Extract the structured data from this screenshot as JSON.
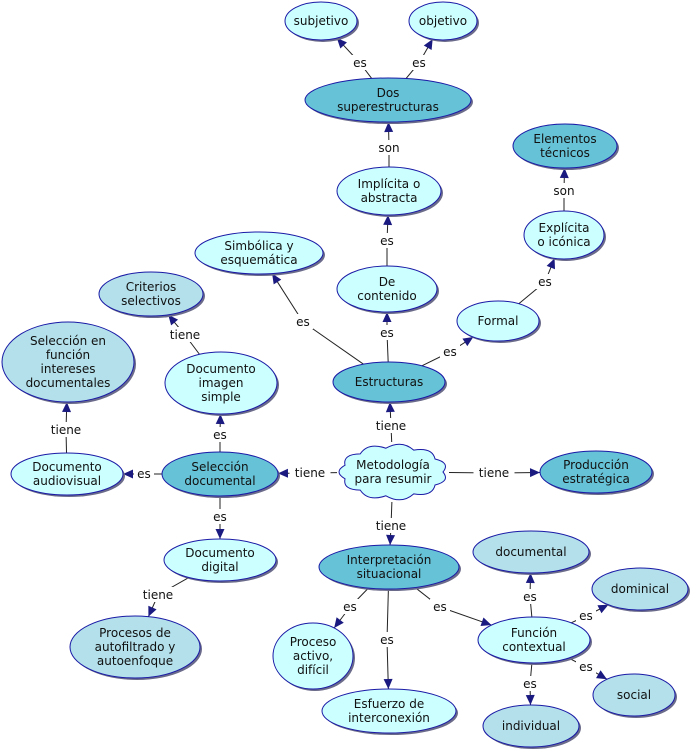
{
  "nodes": [
    {
      "id": "subjetivo",
      "lines": [
        "subjetivo"
      ],
      "style": "light"
    },
    {
      "id": "objetivo",
      "lines": [
        "objetivo"
      ],
      "style": "light"
    },
    {
      "id": "dos",
      "lines": [
        "Dos",
        "superestructuras"
      ],
      "style": "dark"
    },
    {
      "id": "implicita",
      "lines": [
        "Implícita o",
        "abstracta"
      ],
      "style": "light"
    },
    {
      "id": "elementos",
      "lines": [
        "Elementos",
        "técnicos"
      ],
      "style": "dark"
    },
    {
      "id": "explicita",
      "lines": [
        "Explícita",
        "o icónica"
      ],
      "style": "light"
    },
    {
      "id": "simbolica",
      "lines": [
        "Simbólica y",
        "esquemática"
      ],
      "style": "light"
    },
    {
      "id": "criterios",
      "lines": [
        "Criterios",
        "selectivos"
      ],
      "style": "pale"
    },
    {
      "id": "contenido",
      "lines": [
        "De",
        "contenido"
      ],
      "style": "light"
    },
    {
      "id": "formal",
      "lines": [
        "Formal"
      ],
      "style": "light"
    },
    {
      "id": "seleccion_funcion",
      "lines": [
        "Selección en",
        "función",
        "intereses",
        "documentales"
      ],
      "style": "pale"
    },
    {
      "id": "doc_imagen",
      "lines": [
        "Documento",
        "imagen",
        "simple"
      ],
      "style": "light"
    },
    {
      "id": "estructuras",
      "lines": [
        "Estructuras"
      ],
      "style": "dark"
    },
    {
      "id": "metodologia",
      "lines": [
        "Metodología",
        "para resumir"
      ],
      "style": "cloud"
    },
    {
      "id": "doc_audio",
      "lines": [
        "Documento",
        "audiovisual"
      ],
      "style": "light"
    },
    {
      "id": "seleccion_doc",
      "lines": [
        "Selección",
        "documental"
      ],
      "style": "dark"
    },
    {
      "id": "produccion",
      "lines": [
        "Producción",
        "estratégica"
      ],
      "style": "dark-blue"
    },
    {
      "id": "doc_digital",
      "lines": [
        "Documento",
        "digital"
      ],
      "style": "light"
    },
    {
      "id": "interpretacion",
      "lines": [
        "Interpretación",
        "situacional"
      ],
      "style": "dark"
    },
    {
      "id": "documental",
      "lines": [
        "documental"
      ],
      "style": "pale"
    },
    {
      "id": "dominical",
      "lines": [
        "dominical"
      ],
      "style": "pale"
    },
    {
      "id": "procesos",
      "lines": [
        "Procesos de",
        "autofiltrado y",
        "autoenfoque"
      ],
      "style": "pale"
    },
    {
      "id": "proceso_activo",
      "lines": [
        "Proceso",
        "activo,",
        "difícil"
      ],
      "style": "light"
    },
    {
      "id": "funcion",
      "lines": [
        "Función",
        "contextual"
      ],
      "style": "light"
    },
    {
      "id": "social",
      "lines": [
        "social"
      ],
      "style": "pale"
    },
    {
      "id": "esfuerzo",
      "lines": [
        "Esfuerzo de",
        "interconexión"
      ],
      "style": "light"
    },
    {
      "id": "individual",
      "lines": [
        "individual"
      ],
      "style": "pale"
    }
  ],
  "links": [
    {
      "from": "dos",
      "to": "subjetivo",
      "label": "es"
    },
    {
      "from": "dos",
      "to": "objetivo",
      "label": "es"
    },
    {
      "from": "implicita",
      "to": "dos",
      "label": "son"
    },
    {
      "from": "contenido",
      "to": "implicita",
      "label": "es"
    },
    {
      "from": "estructuras",
      "to": "contenido",
      "label": "es"
    },
    {
      "from": "estructuras",
      "to": "simbolica",
      "label": "es"
    },
    {
      "from": "estructuras",
      "to": "formal",
      "label": "es"
    },
    {
      "from": "formal",
      "to": "explicita",
      "label": "es"
    },
    {
      "from": "explicita",
      "to": "elementos",
      "label": "son"
    },
    {
      "from": "metodologia",
      "to": "estructuras",
      "label": "tiene"
    },
    {
      "from": "metodologia",
      "to": "seleccion_doc",
      "label": "tiene"
    },
    {
      "from": "metodologia",
      "to": "produccion",
      "label": "tiene"
    },
    {
      "from": "metodologia",
      "to": "interpretacion",
      "label": "tiene"
    },
    {
      "from": "seleccion_doc",
      "to": "doc_imagen",
      "label": "es"
    },
    {
      "from": "doc_imagen",
      "to": "criterios",
      "label": "tiene"
    },
    {
      "from": "seleccion_doc",
      "to": "doc_audio",
      "label": "es"
    },
    {
      "from": "doc_audio",
      "to": "seleccion_funcion",
      "label": "tiene"
    },
    {
      "from": "seleccion_doc",
      "to": "doc_digital",
      "label": "es"
    },
    {
      "from": "doc_digital",
      "to": "procesos",
      "label": "tiene"
    },
    {
      "from": "interpretacion",
      "to": "proceso_activo",
      "label": "es"
    },
    {
      "from": "interpretacion",
      "to": "esfuerzo",
      "label": "es"
    },
    {
      "from": "interpretacion",
      "to": "funcion",
      "label": "es"
    },
    {
      "from": "funcion",
      "to": "documental",
      "label": "es"
    },
    {
      "from": "funcion",
      "to": "dominical",
      "label": "es"
    },
    {
      "from": "funcion",
      "to": "social",
      "label": "es"
    },
    {
      "from": "funcion",
      "to": "individual",
      "label": "es"
    }
  ],
  "colors": {
    "light_fill": "#ccffff",
    "pale_fill": "#b3e0ea",
    "dark_fill": "#66c2d6",
    "cloud_fill": "#ccffff",
    "stroke": "#1a1aa6",
    "line": "#222222",
    "arrow": "#1a1a80",
    "blue_text": "#2222cc"
  }
}
